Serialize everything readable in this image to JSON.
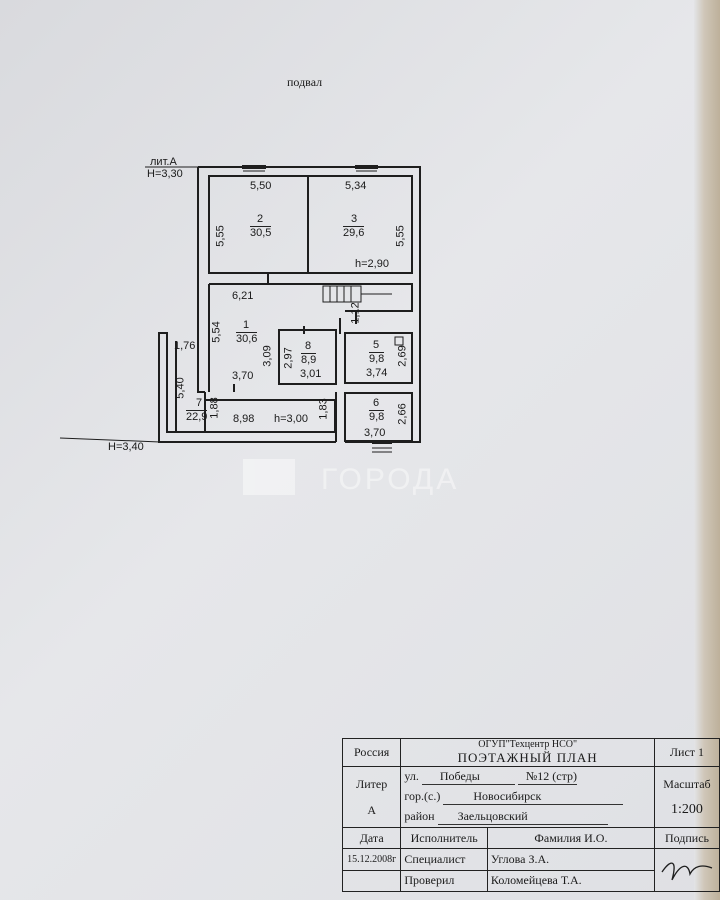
{
  "header": {
    "floor_label": "подвал"
  },
  "plan": {
    "litera_label": "лит.А",
    "height_top": "Н=3,30",
    "height_bottom": "Н=3,40",
    "dimensions": {
      "d_5_50": "5,50",
      "d_5_34": "5,34",
      "d_5_55_left": "5,55",
      "d_5_55_right": "5,55",
      "d_6_21": "6,21",
      "d_5_54": "5,54",
      "d_3_09": "3,09",
      "d_2_97": "2,97",
      "d_3_01": "3,01",
      "d_1_12": "1,12",
      "d_2_69": "2,69",
      "d_3_74": "3,74",
      "d_2_66": "2,66",
      "d_3_70_bottom": "3,70",
      "d_1_76": "1,76",
      "d_5_40": "5,40",
      "d_3_70_left": "3,70",
      "d_1_88": "1,88",
      "d_8_98": "8,98",
      "d_1_83": "1,83",
      "h_2_90": "h=2,90",
      "h_3_00": "h=3,00"
    },
    "rooms": [
      {
        "num": "2",
        "area": "30,5"
      },
      {
        "num": "3",
        "area": "29,6"
      },
      {
        "num": "1",
        "area": "30,6"
      },
      {
        "num": "8",
        "area": "8,9"
      },
      {
        "num": "5",
        "area": "9,8"
      },
      {
        "num": "6",
        "area": "9,8"
      },
      {
        "num": "7",
        "area": "22,9"
      }
    ]
  },
  "watermark": {
    "text": "ГОРОДА"
  },
  "stamp": {
    "country": "Россия",
    "org": "ОГУП\"Техцентр НСО\"",
    "doc_title": "ПОЭТАЖНЫЙ ПЛАН",
    "sheet": "Лист 1",
    "litera_head": "Литер",
    "litera_value": "А",
    "street_label": "ул.",
    "street_value": "Победы",
    "house_value": "№12 (стр)",
    "city_label": "гор.(с.)",
    "city_value": "Новосибирск",
    "district_label": "район",
    "district_value": "Заельцовский",
    "scale_label": "Масштаб",
    "scale_value": "1:200",
    "date_head": "Дата",
    "executor_head": "Исполнитель",
    "name_head": "Фамилия И.О.",
    "signature_head": "Подпись",
    "date_value": "15.12.2008г",
    "specialist_label": "Специалист",
    "specialist_name": "Углова З.А.",
    "checker_label": "Проверил",
    "checker_name": "Коломейцева Т.А."
  }
}
